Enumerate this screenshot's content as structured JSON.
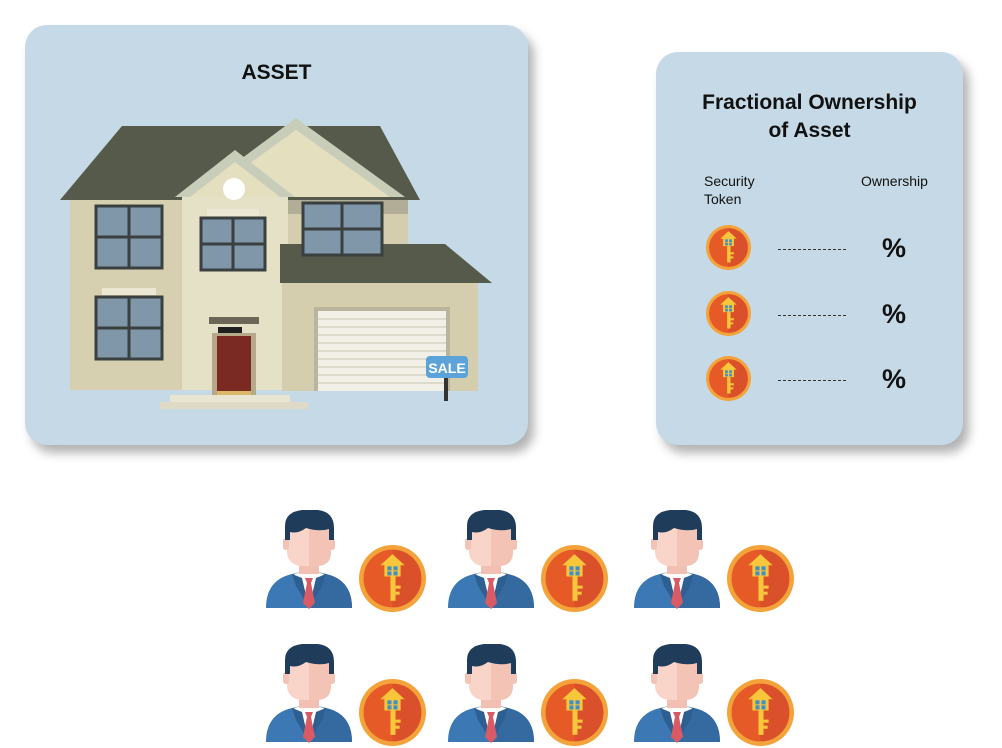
{
  "asset": {
    "title": "ASSET",
    "sale_sign": "SALE"
  },
  "ownership": {
    "title_line1": "Fractional Ownership",
    "title_line2": "of Asset",
    "col_token_line1": "Security",
    "col_token_line2": "Token",
    "col_ownership": "Ownership",
    "rows": [
      {
        "symbol": "%"
      },
      {
        "symbol": "%"
      },
      {
        "symbol": "%"
      }
    ]
  },
  "owners_count": 6,
  "colors": {
    "card": "#c5d9e6",
    "coin_outer": "#e8652a",
    "coin_ring": "#f3a33a",
    "key": "#f5c33b",
    "suit": "#3c79b4",
    "tie": "#d85a64"
  },
  "icons": [
    "house-illustration",
    "security-token-icon",
    "owner-avatar-icon"
  ]
}
